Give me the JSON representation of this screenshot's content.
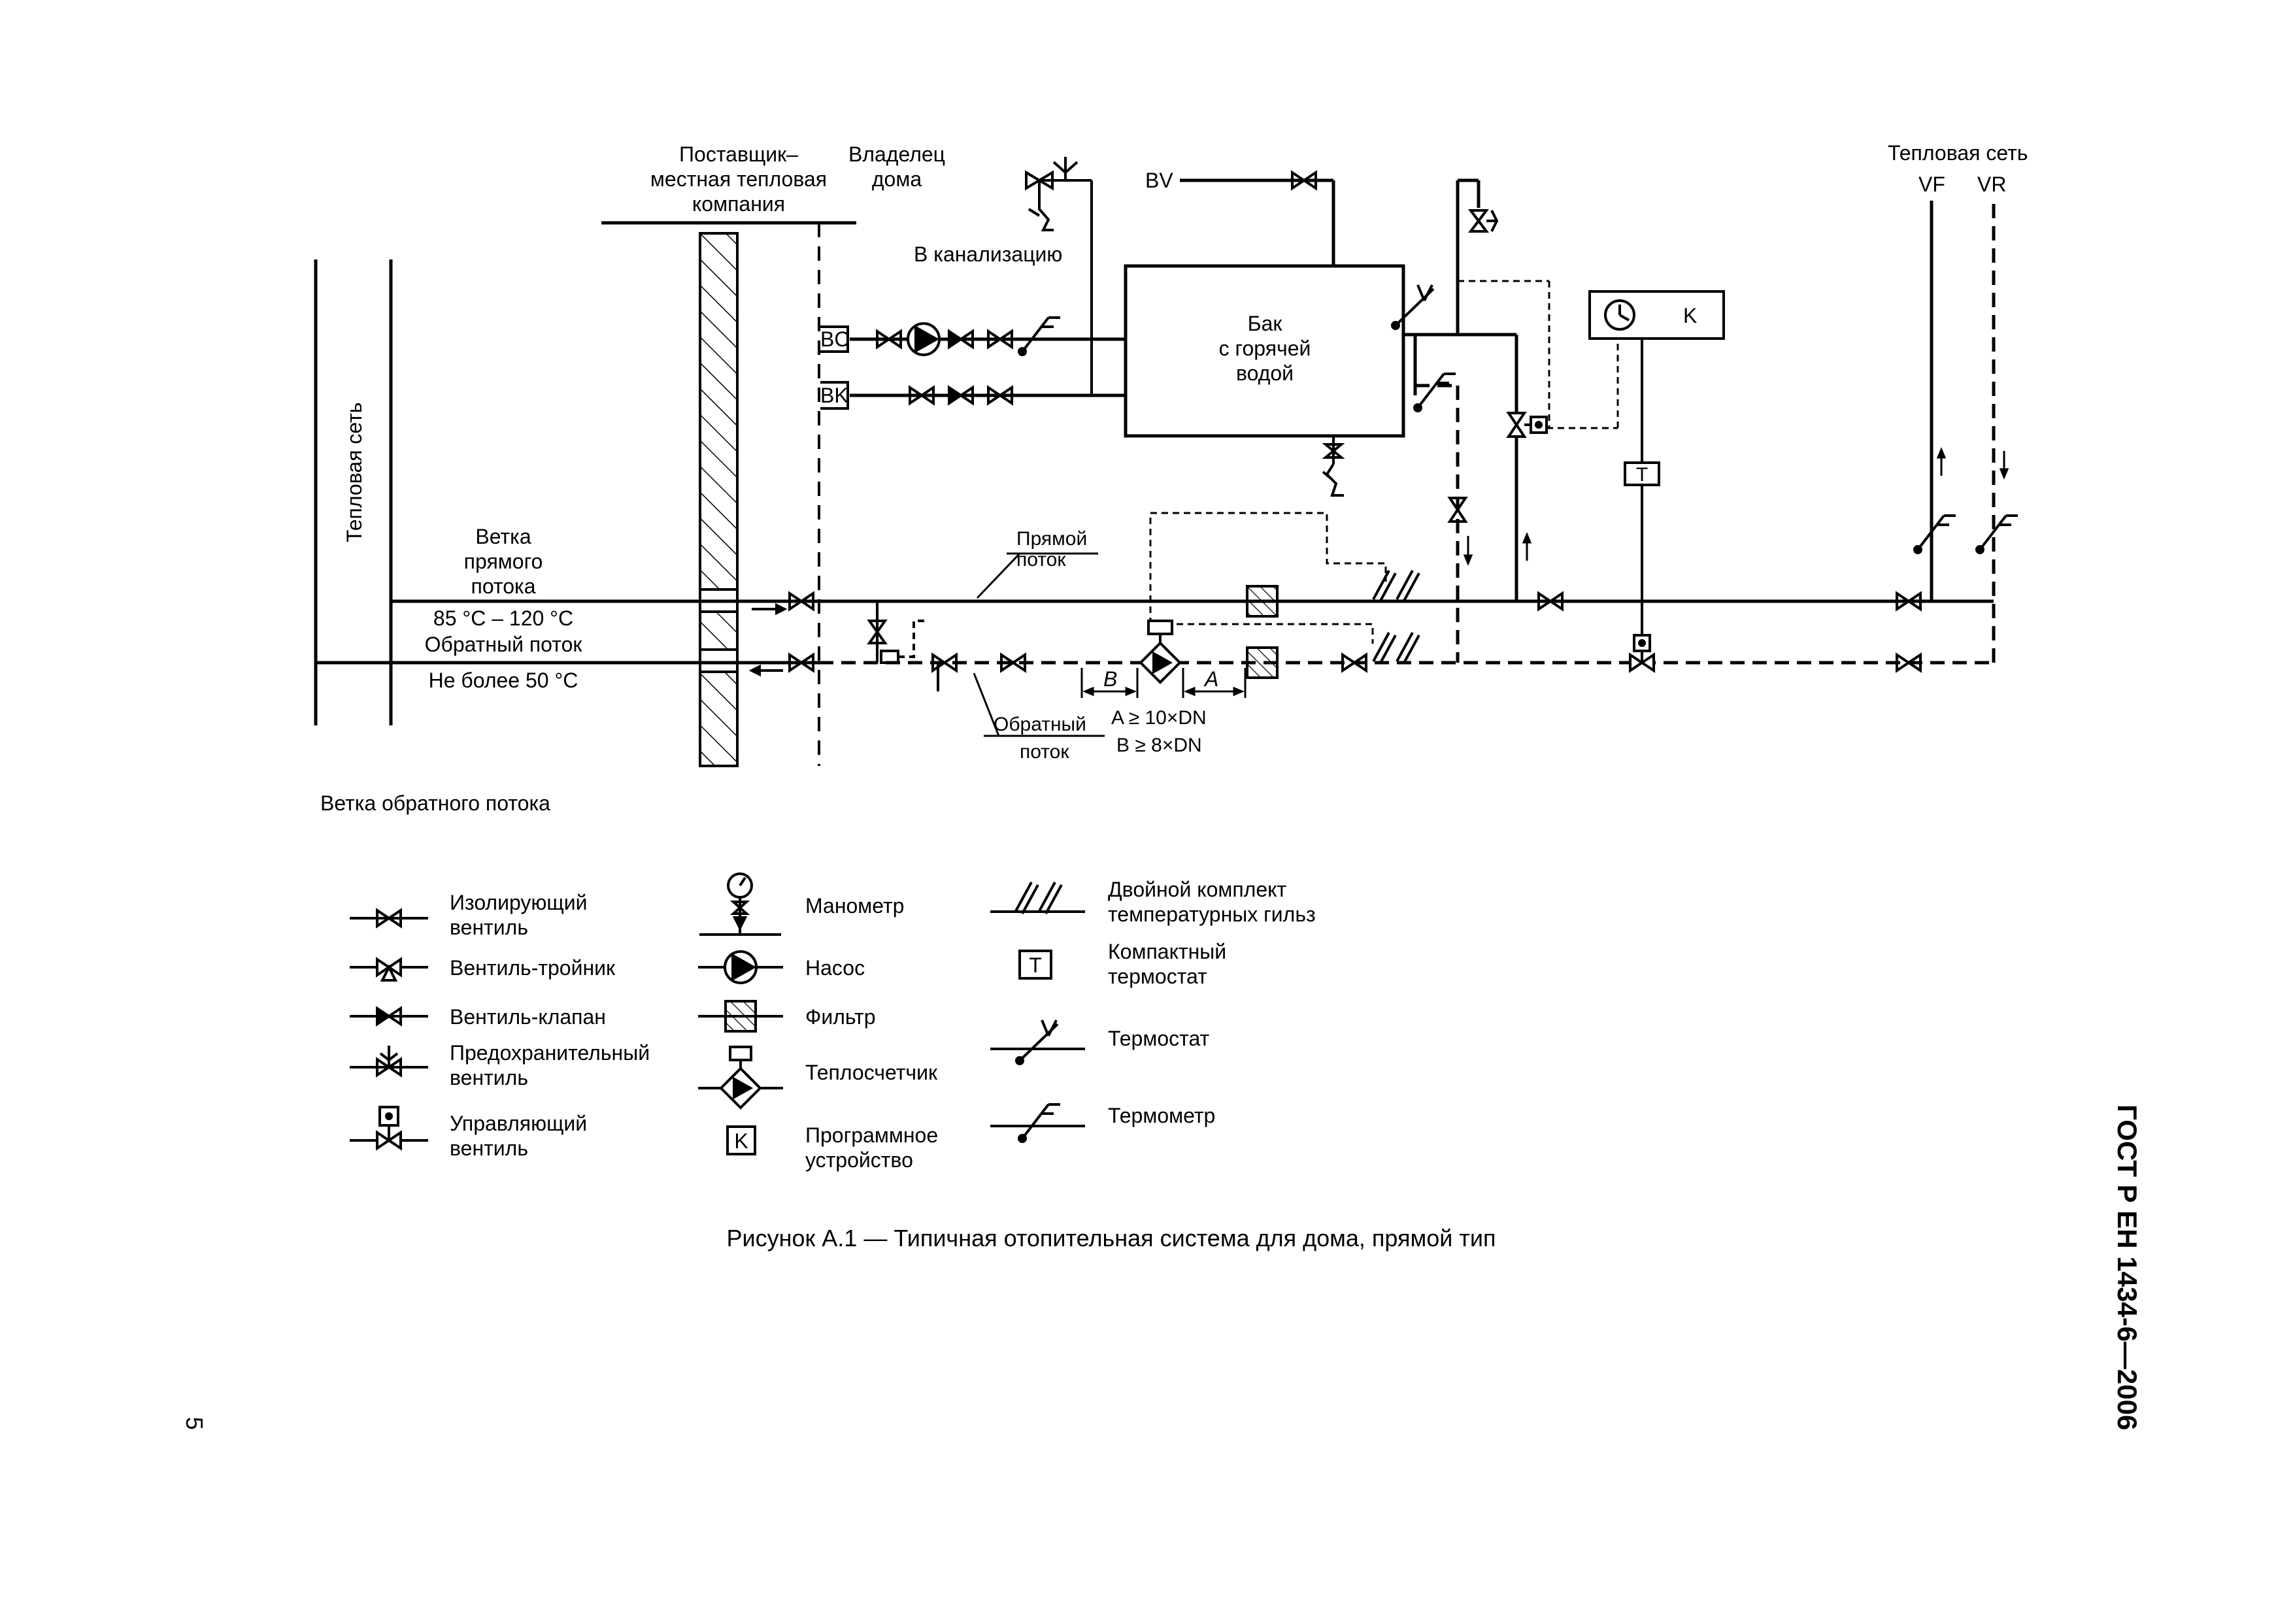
{
  "diagram": {
    "zones": {
      "supplier": [
        "Поставщик–",
        "местная тепловая",
        "компания"
      ],
      "owner": [
        "Владелец",
        "дома"
      ]
    },
    "left_network": "Тепловая сеть",
    "right_network": {
      "title": "Тепловая сеть",
      "vf": "VF",
      "vr": "VR"
    },
    "supply_branch": [
      "Ветка",
      "прямого",
      "потока"
    ],
    "supply_temp": "85 °C – 120 °C",
    "return_flow": "Обратный поток",
    "return_temp": "Не более 50 °C",
    "return_branch": "Ветка обратного потока",
    "forward_pipe": [
      "Прямой",
      "поток"
    ],
    "return_pipe": [
      "Обратный",
      "поток"
    ],
    "sewer": "В канализацию",
    "tank": [
      "Бак",
      "с горячей",
      "водой"
    ],
    "bv": "BV",
    "bc": "BC",
    "bk": "BK",
    "dim_a": "A",
    "dim_b": "B",
    "rule_a": "A ≥ 10×DN",
    "rule_b": "B ≥ 8×DN",
    "controller_letter": "K",
    "thermostat_letter": "T"
  },
  "legend": {
    "isolating_valve": [
      "Изолирующий",
      "вентиль"
    ],
    "tee_valve": "Вентиль-тройник",
    "check_valve": "Вентиль-клапан",
    "safety_valve": [
      "Предохранительный",
      "вентиль"
    ],
    "control_valve": [
      "Управляющий",
      "вентиль"
    ],
    "manometer": "Манометр",
    "pump": "Насос",
    "filter": "Фильтр",
    "heat_meter": "Теплосчетчик",
    "programmer": [
      "Программное",
      "устройство"
    ],
    "programmer_letter": "K",
    "double_pockets": [
      "Двойной комплект",
      "температурных гильз"
    ],
    "compact_thermostat": [
      "Компактный",
      "термостат"
    ],
    "compact_thermostat_letter": "T",
    "thermostat": "Термостат",
    "thermometer": "Термометр"
  },
  "caption": "Рисунок А.1 — Типичная отопительная система для дома, прямой тип",
  "standard": "ГОСТ Р ЕН 1434-6—2006",
  "page_number": "5"
}
